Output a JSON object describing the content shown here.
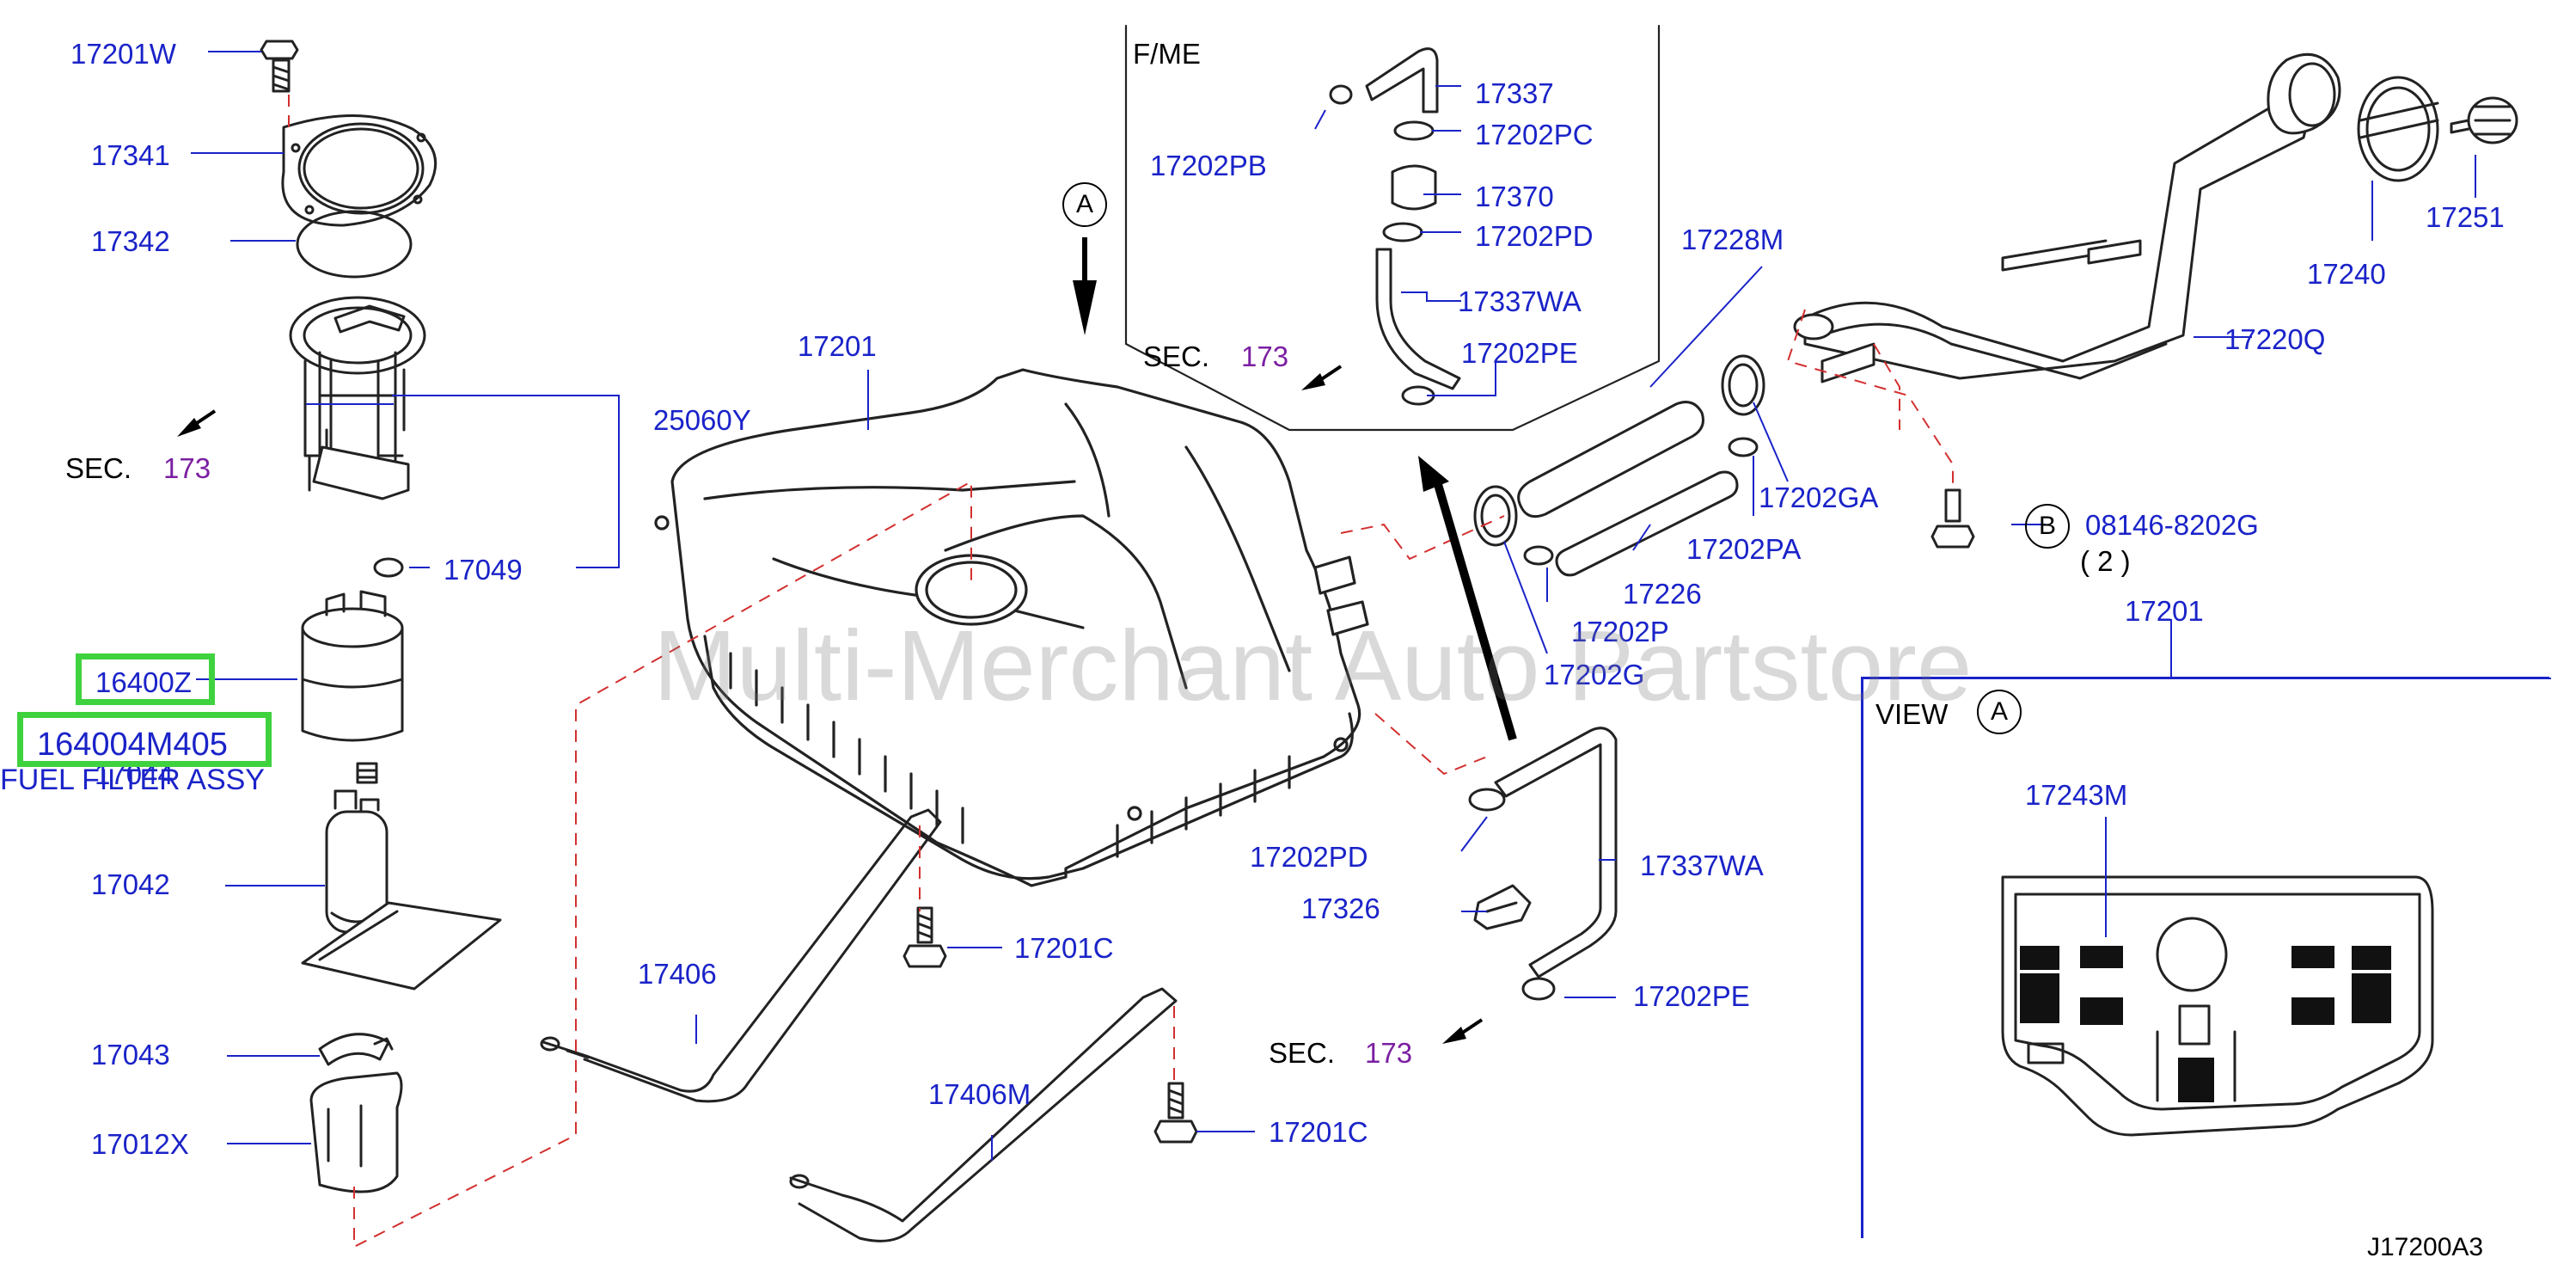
{
  "diagram_code": "J17200A3",
  "watermark": "Multi-Merchant Auto Partstore",
  "callouts": {
    "A": "A",
    "B": "B"
  },
  "view": {
    "word": "VIEW",
    "letter": "A"
  },
  "inset_fme": {
    "title": "F/ME",
    "sec_word": "SEC.",
    "sec_num": "173"
  },
  "sec_refs": {
    "left": {
      "word": "SEC.",
      "num": "173"
    },
    "bottom": {
      "word": "SEC.",
      "num": "173"
    }
  },
  "highlighted": {
    "box1": "16400Z",
    "box2": "164004M405",
    "desc": "FUEL FILTER ASSY"
  },
  "bolt_qty": "( 2 )",
  "part_labels": [
    "17201W",
    "17341",
    "17342",
    "25060Y",
    "17049",
    "17044",
    "17042",
    "17043",
    "17012X",
    "17201",
    "17406",
    "17201C",
    "17406M",
    "17201C",
    "17337",
    "17202PC",
    "17202PB",
    "17370",
    "17202PD",
    "17337WA",
    "17202PE",
    "17228M",
    "17220Q",
    "17240",
    "17251",
    "17202GA",
    "08146-8202G",
    "17202PA",
    "17226",
    "17202P",
    "17202G",
    "17201",
    "17243M",
    "17202PD",
    "17337WA",
    "17326",
    "17202PE"
  ],
  "colors": {
    "label_blue": "#1a23c8",
    "sec_purple": "#7b1fa2",
    "highlight_green": "#3fd23f",
    "leader_red": "#d32f2f",
    "line_gray": "#222222"
  }
}
